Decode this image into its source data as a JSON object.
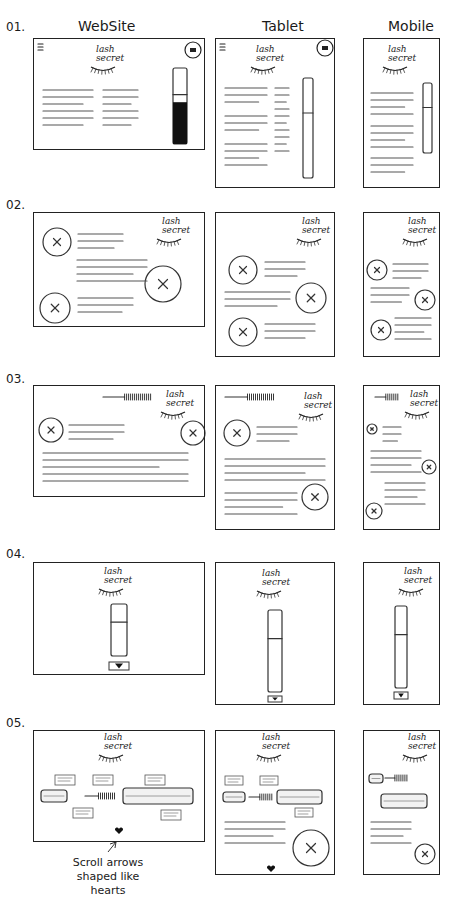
{
  "diagram": {
    "nodes": [
      {
        "text": [
          "lash secret"
        ]
      },
      {
        "text": [
          "lash secret"
        ]
      },
      {
        "text": [
          "lash secret"
        ]
      },
      {
        "text": [
          "lash secret"
        ]
      },
      {
        "text": [
          "lash secret"
        ]
      },
      {
        "text": [
          "lash secret"
        ]
      },
      {
        "text": [
          "lash secret"
        ]
      },
      {
        "text": [
          "lash secret"
        ]
      },
      {
        "text": [
          "lash secret"
        ]
      },
      {
        "text": [
          "lash secret"
        ]
      },
      {
        "text": [
          "lash secret"
        ]
      },
      {
        "text": [
          "lash secret"
        ]
      },
      {
        "text": [
          "lash secret"
        ]
      },
      {
        "text": [
          "lash secret"
        ]
      },
      {
        "text": [
          "lash secret"
        ]
      }
    ],
    "labels": [
      "WebSite",
      "Tablet",
      "Mobile",
      "01.",
      "02.",
      "03.",
      "04.",
      "05.",
      "Scroll arrows shaped like hearts"
    ]
  }
}
